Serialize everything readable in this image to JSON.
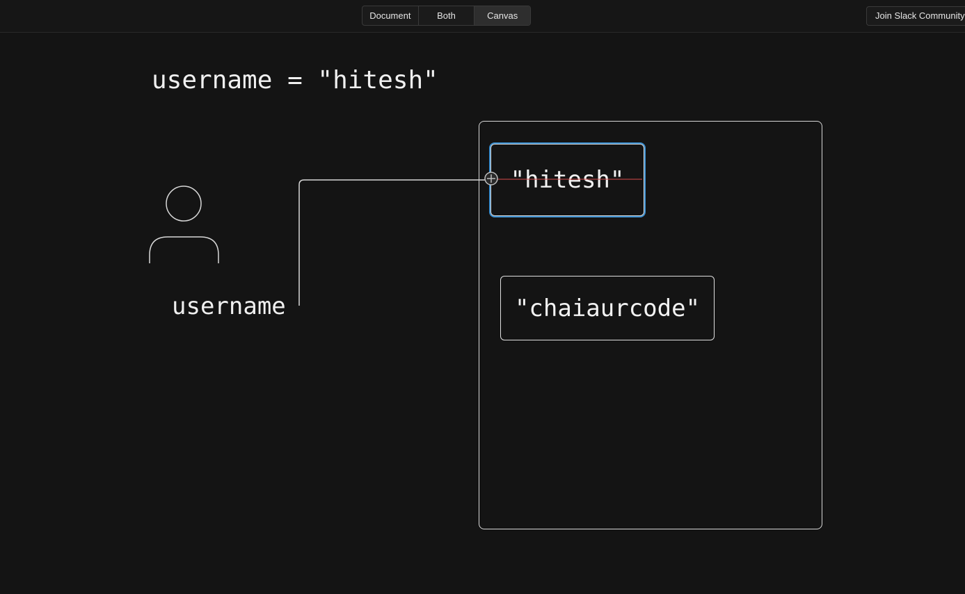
{
  "toolbar": {
    "view_modes": [
      "Document",
      "Both",
      "Canvas"
    ],
    "active_view": "Canvas",
    "slack_label": "Join Slack Community"
  },
  "canvas": {
    "code_line": "username = \"hitesh\"",
    "variable_label": "username",
    "heap_values": [
      "\"hitesh\"",
      "\"chaiaurcode\""
    ]
  },
  "colors": {
    "background": "#141414",
    "stroke": "#e0e0e0",
    "selection": "#3b8fd0",
    "guide": "#d94a4a"
  }
}
